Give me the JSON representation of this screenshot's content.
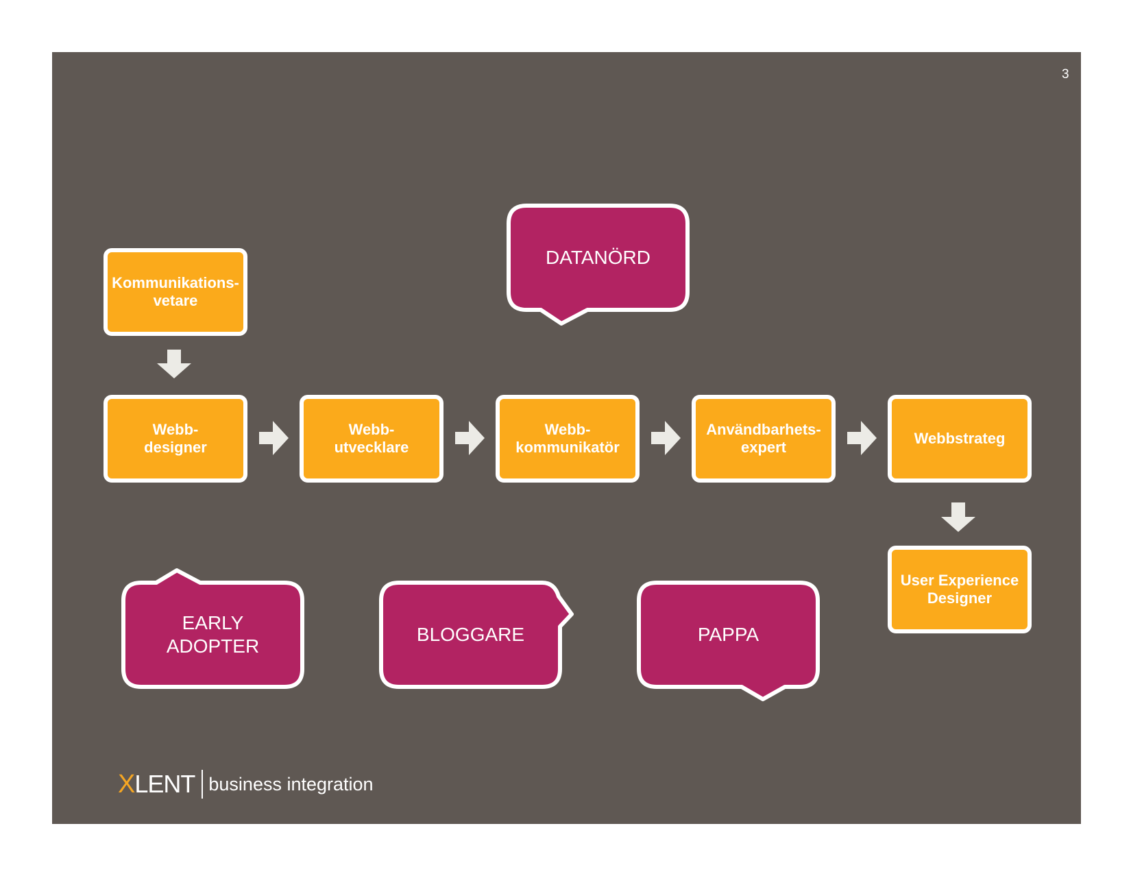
{
  "page_number": "3",
  "colors": {
    "background": "#5f5853",
    "orange": "#fbaa1b",
    "magenta": "#b22362",
    "border": "#ffffff",
    "arrow": "#ecebe6"
  },
  "boxes": {
    "kommunikationsvetare": [
      "Kommunikations-",
      "vetare"
    ],
    "webbdesigner": [
      "Webb-",
      "designer"
    ],
    "webbutvecklare": [
      "Webb-",
      "utvecklare"
    ],
    "webbkommunikator": [
      "Webb-",
      "kommunikatör"
    ],
    "anvandbarhetsexpert": [
      "Användbarhets-",
      "expert"
    ],
    "webbstrateg": [
      "Webbstrateg"
    ],
    "ux_designer": [
      "User Experience",
      "Designer"
    ]
  },
  "bubbles": {
    "datanord": [
      "DATANÖRD"
    ],
    "early_adopter": [
      "EARLY",
      "ADOPTER"
    ],
    "bloggare": [
      "BLOGGARE"
    ],
    "pappa": [
      "PAPPA"
    ]
  },
  "footer": {
    "logo_x": "X",
    "logo_rest": "LENT",
    "tagline": "business integration"
  },
  "icons": {
    "arrow": "block-arrow-icon"
  }
}
